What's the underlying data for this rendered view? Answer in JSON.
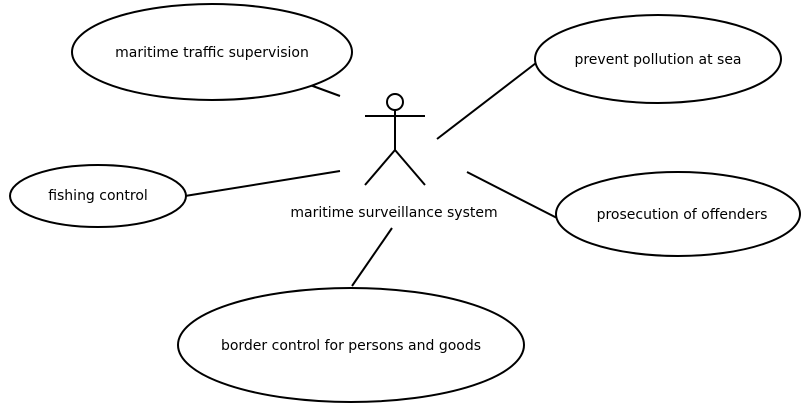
{
  "diagram": {
    "actor": {
      "label": "maritime surveillance system",
      "icon": "stick-figure-actor-icon"
    },
    "use_cases": [
      {
        "id": "traffic",
        "label": "maritime traffic supervision"
      },
      {
        "id": "pollution",
        "label": "prevent pollution at sea"
      },
      {
        "id": "fishing",
        "label": "fishing control"
      },
      {
        "id": "prosecution",
        "label": "prosecution of offenders"
      },
      {
        "id": "border",
        "label": "border control for persons and goods"
      }
    ],
    "colors": {
      "stroke": "#000000",
      "background": "#ffffff"
    }
  }
}
